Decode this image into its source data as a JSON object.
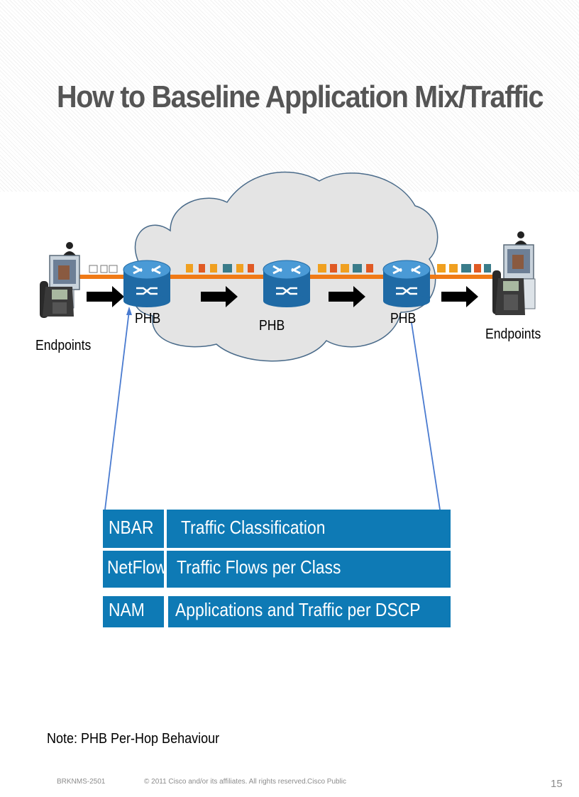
{
  "slide": {
    "title": "How to Baseline Application Mix/Traffic",
    "note": "Note: PHB Per-Hop Behaviour"
  },
  "diagram": {
    "endpoints_left": "Endpoints",
    "endpoints_right": "Endpoints",
    "router_labels": [
      "PHB",
      "PHB",
      "PHB"
    ],
    "colors": {
      "cloud_fill": "#e4e4e4",
      "cloud_stroke": "#4a6b8a",
      "link": "#f07a16",
      "router": "#2a7db8",
      "callout_line": "#4a7bd0",
      "packet_colors": [
        "#f0a020",
        "#3a7c8a",
        "#e05a24",
        "#c0c0c0"
      ]
    },
    "icons": [
      "person-icon",
      "monitor-icon",
      "ip-phone-icon",
      "router-icon",
      "arrow-icon",
      "packet-icon",
      "cloud-icon"
    ]
  },
  "table": {
    "rows": [
      {
        "tool": "NBAR",
        "desc": "Traffic Classification"
      },
      {
        "tool": "NetFlow",
        "desc": "Traffic Flows per Class"
      },
      {
        "tool": "NAM",
        "desc": "Applications and Traffic per DSCP"
      }
    ],
    "fill_color": "#0e7ab5"
  },
  "footer": {
    "code": "BRKNMS-2501",
    "copyright": "© 2011 Cisco and/or its affiliates. All rights reserved.",
    "classification": "Cisco Public",
    "page": "15"
  }
}
